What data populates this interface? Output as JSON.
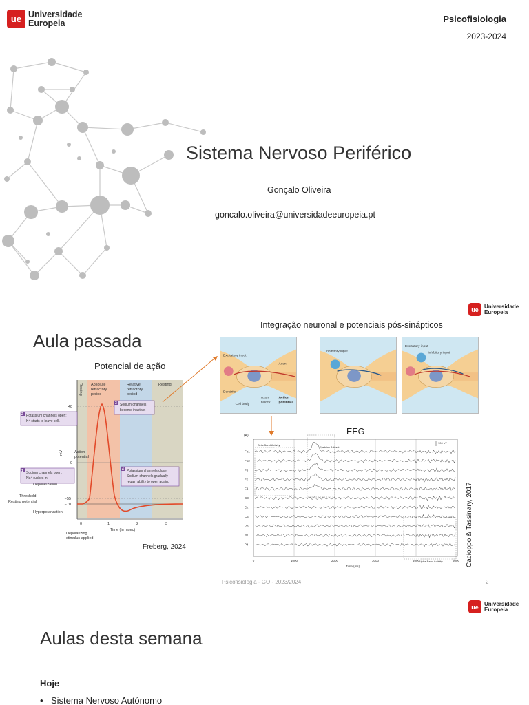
{
  "brand": {
    "badge": "ue",
    "line1": "Universidade",
    "line2": "Europeia",
    "color": "#d6201f"
  },
  "slide1": {
    "course": "Psicofisiologia",
    "year": "2023-2024",
    "title": "Sistema Nervoso Periférico",
    "author": "Gonçalo Oliveira",
    "email": "goncalo.oliveira@universidadeeuropeia.pt"
  },
  "slide2": {
    "title": "Aula passada",
    "ap_caption": "Potencial de ação",
    "ap_figure": {
      "phase_resting": "Resting",
      "phase_absolute": [
        "Absolute",
        "refractory",
        "period"
      ],
      "phase_relative": [
        "Relative",
        "refractory",
        "period"
      ],
      "phase_resting2": "Resting",
      "step1": [
        "Sodium channels open;",
        "Na⁺ rushes in."
      ],
      "step2": [
        "Potassium channels open;",
        "K⁺ starts to leave cell."
      ],
      "step3": [
        "Sodium channels",
        "become inactive."
      ],
      "step4": [
        "Potassium channels close.",
        "Sodium channels gradually",
        "regain ability to open again."
      ],
      "action_potential": [
        "Action",
        "potential"
      ],
      "depolarization": "Depolarization",
      "threshold": "Threshold",
      "resting_potential": "Resting potential",
      "hyperpolarization": "Hyperpolarization",
      "stimulus": [
        "Depolarizing",
        "stimulus applied"
      ],
      "ylabel": "mV",
      "xlabel": "Time (in msec)",
      "y_ticks": [
        "40",
        "0",
        "−55",
        "−70"
      ],
      "x_ticks": [
        "0",
        "1",
        "2",
        "3"
      ]
    },
    "ap_source": "Freberg, 2024",
    "integ_caption": "Integração neuronal e potenciais pós-sinápticos",
    "neuron_panels": [
      {
        "labels": [
          "Excitatory input",
          "Axon",
          "Dendrite",
          "Cell body",
          "Axon",
          "hillock",
          "Action",
          "potential"
        ]
      },
      {
        "labels": [
          "Inhibitory input"
        ]
      },
      {
        "labels": [
          "Excitatory input",
          "Inhibitory input"
        ]
      }
    ],
    "eeg_caption": "EEG",
    "eeg_figure": {
      "panel": "(A)",
      "beta": "Beta-Band Activity",
      "eyeblink": "Eyeblink Artifact",
      "alpha": "Alpha-Band Activity",
      "scale": "100 μV",
      "channels": [
        "Fp1",
        "Fp2",
        "F3",
        "Fz",
        "F4",
        "C3",
        "Cz",
        "C4",
        "P3",
        "Pz",
        "P4"
      ],
      "x_ticks": [
        "0",
        "1000",
        "2000",
        "3000",
        "4000",
        "5000"
      ],
      "xlabel": "Time (ms)"
    },
    "eeg_source": "Cacioppo & Tassinary, 2017",
    "footer": "Psicofisiologia - GO - 2023/2024",
    "page": "2"
  },
  "slide3": {
    "title": "Aulas desta semana",
    "subhead": "Hoje",
    "bullets": [
      "Sistema Nervoso Autónomo"
    ]
  }
}
